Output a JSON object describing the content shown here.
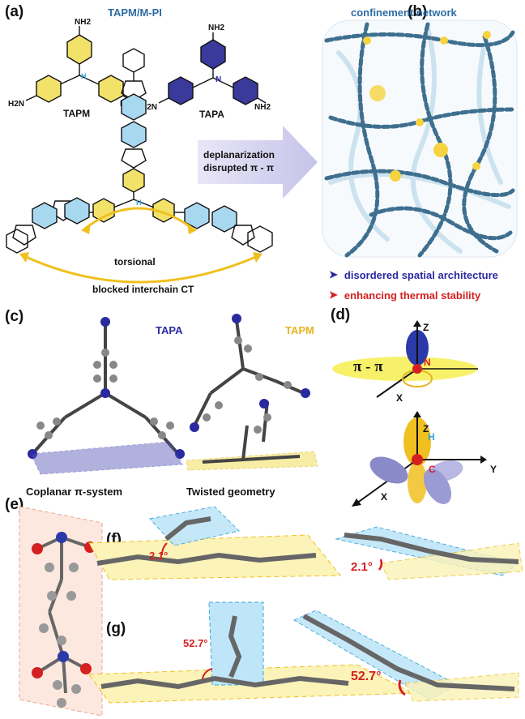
{
  "panels": {
    "a": "(a)",
    "b": "(b)",
    "c": "(c)",
    "d": "(d)",
    "e": "(e)",
    "f": "(f)",
    "g": "(g)"
  },
  "panel_a": {
    "title": "TAPM/M-PI",
    "tapm_label": "TAPM",
    "tapa_label": "TAPA",
    "nh2": "NH2",
    "h2n": "H2N",
    "h": "H",
    "n": "N",
    "torsional": "torsional",
    "blocked": "blocked interchain CT"
  },
  "arrow_text": {
    "line1": "deplanarization",
    "line2": "disrupted π - π"
  },
  "panel_b": {
    "title": "confinement network",
    "bullet1": "disordered spatial architecture",
    "bullet2": "enhancing thermal stability"
  },
  "panel_c": {
    "tapa": "TAPA",
    "tapm": "TAPM",
    "coplanar": "Coplanar π-system",
    "twisted": "Twisted geometry"
  },
  "panel_d": {
    "pi_pi": "π - π",
    "z": "Z",
    "x": "X",
    "y": "Y",
    "n": "N",
    "h": "H",
    "c": "C"
  },
  "panel_f": {
    "angle_left": "2.1°",
    "angle_right": "2.1°"
  },
  "panel_g": {
    "angle_left": "52.7°",
    "angle_right": "52.7°"
  },
  "colors": {
    "tapm_yellow": "#f2e26a",
    "tapa_blue": "#3a3a9a",
    "ring_cyan": "#a8d8f0",
    "arrow_gold": "#f0c020",
    "plane_yellow": "#fbf3b8",
    "plane_cyan": "#bfe6f8",
    "red": "#d42020"
  }
}
